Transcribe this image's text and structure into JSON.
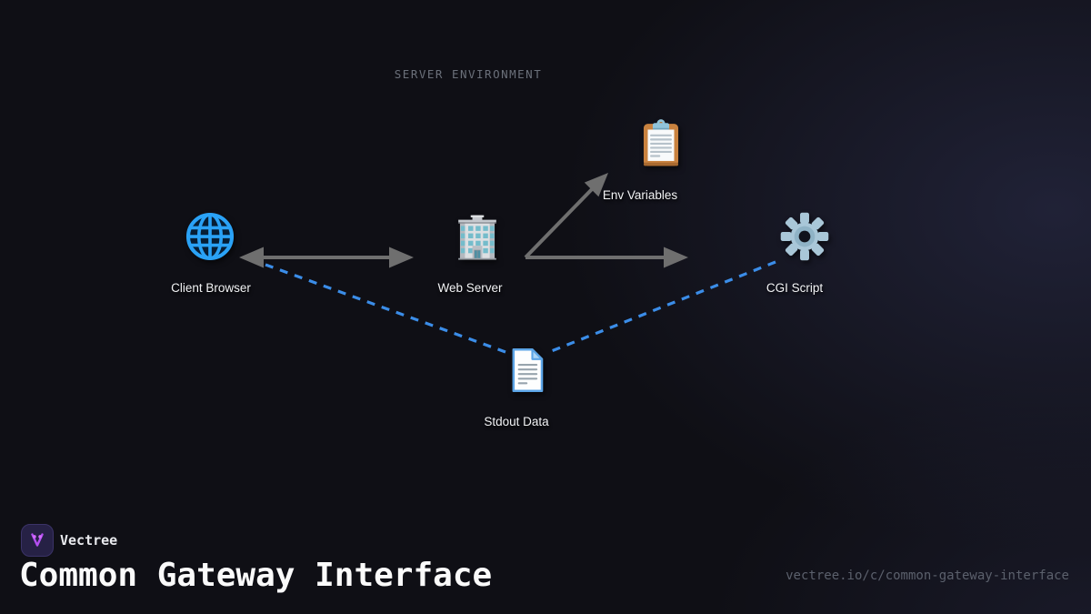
{
  "colors": {
    "background": "#0f0f15",
    "arrow_gray": "#6f6f6f",
    "dashed_blue": "#3b8de8",
    "accent_purple": "#b44ff2",
    "globe_blue": "#2aa2f6"
  },
  "diagram": {
    "group_label": "SERVER ENVIRONMENT",
    "nodes": [
      {
        "id": "client-browser",
        "label": "Client Browser",
        "icon": "globe-icon"
      },
      {
        "id": "web-server",
        "label": "Web Server",
        "icon": "office-building-icon"
      },
      {
        "id": "env-variables",
        "label": "Env Variables",
        "icon": "clipboard-icon"
      },
      {
        "id": "cgi-script",
        "label": "CGI Script",
        "icon": "gear-icon"
      },
      {
        "id": "stdout-data",
        "label": "Stdout Data",
        "icon": "document-icon"
      }
    ],
    "edges": [
      {
        "from": "Client Browser",
        "to": "Web Server",
        "style": "solid",
        "arrows": "both"
      },
      {
        "from": "Web Server",
        "to": "Env Variables",
        "style": "solid",
        "arrows": "end"
      },
      {
        "from": "Web Server",
        "to": "CGI Script",
        "style": "solid",
        "arrows": "end"
      },
      {
        "from": "CGI Script",
        "to": "Stdout Data",
        "style": "dashed",
        "arrows": "none"
      },
      {
        "from": "Stdout Data",
        "to": "Client Browser",
        "style": "dashed",
        "arrows": "end"
      }
    ]
  },
  "footer": {
    "brand": "Vectree",
    "title": "Common Gateway Interface",
    "url": "vectree.io/c/common-gateway-interface"
  }
}
